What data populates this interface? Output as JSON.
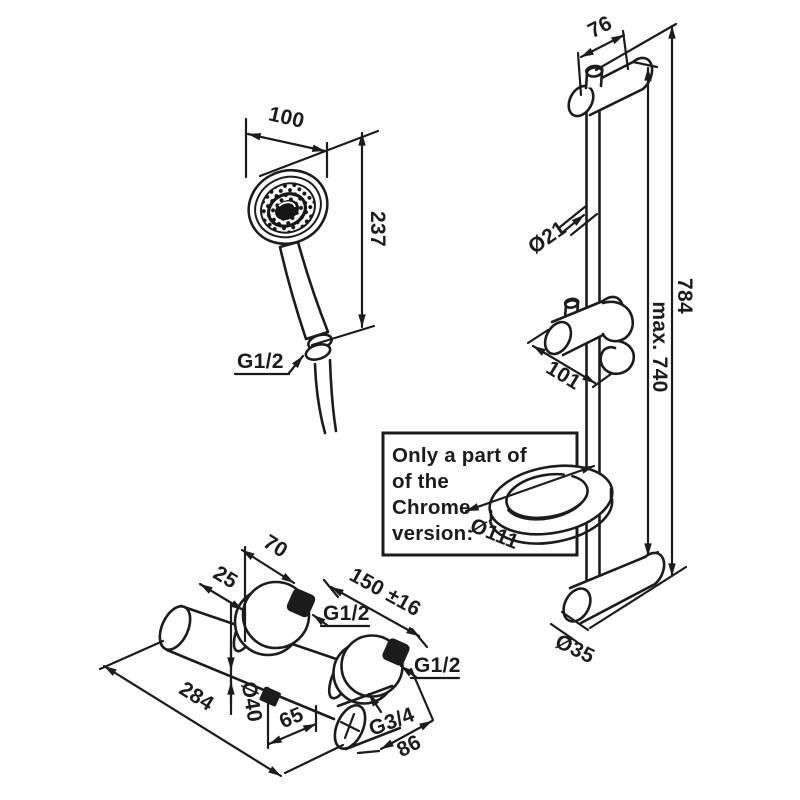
{
  "hand_shower": {
    "head_width": "100",
    "length": "237",
    "thread": "G1/2"
  },
  "wall_bar": {
    "bracket_width": "76",
    "tube_diameter": "Ø21",
    "total_length": "784",
    "max_length": "max. 740",
    "slider_length": "101",
    "soap_dish_diameter": "Ø111",
    "bracket_diameter": "Ø35"
  },
  "note_box": {
    "lines": [
      "Only a part of",
      "of the",
      "Chrome",
      "version:"
    ]
  },
  "mixer": {
    "hub_offset": "25",
    "hub_width": "70",
    "connection_centers": "150 ±16",
    "thread_top": "G1/2",
    "thread_right": "G1/2",
    "overall_width": "284",
    "body_diameter": "Ø40",
    "outlet_offset": "65",
    "outlet_thread": "G3/4",
    "depth": "86"
  },
  "colors": {
    "ink": "#1c1c1c",
    "background": "#ffffff"
  }
}
